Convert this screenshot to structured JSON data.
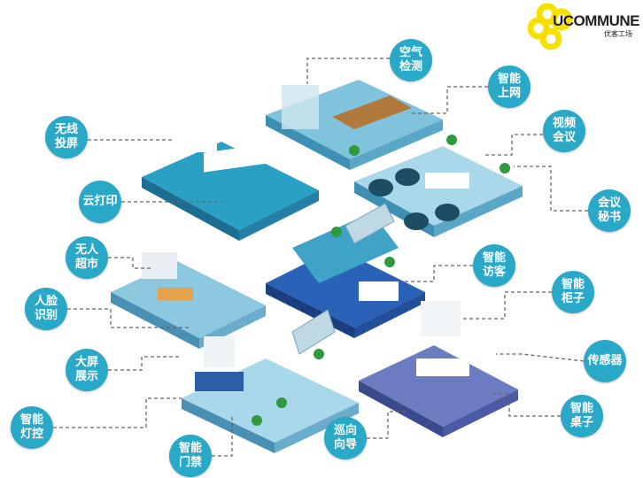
{
  "logo": {
    "brand": "UCOMMUNE",
    "sub": "优客工场",
    "color": "#f5e000"
  },
  "accent": "#2aa8c8",
  "labels": {
    "air": "空气检测",
    "wifi": "智能上网",
    "video": "视频会议",
    "secretary": "会议秘书",
    "screencast": "无线投屏",
    "print": "云打印",
    "store": "无人超市",
    "face": "人脸识别",
    "visitor": "智能访客",
    "locker": "智能柜子",
    "sensor": "传感器",
    "display": "大屏展示",
    "light": "智能灯控",
    "access": "智能门禁",
    "guide": "巡向向导",
    "desk": "智能桌子"
  }
}
